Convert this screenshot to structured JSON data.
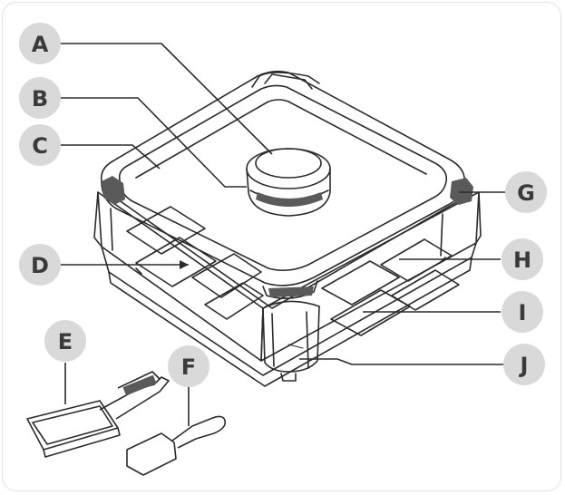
{
  "labels": {
    "a": "A",
    "b": "B",
    "c": "C",
    "d": "D",
    "e": "E",
    "f": "F",
    "g": "G",
    "h": "H",
    "i": "I",
    "j": "J"
  },
  "colors": {
    "badge": "#d9d9d9",
    "line": "#2b2b2b",
    "shade": "#5a5a5a"
  }
}
